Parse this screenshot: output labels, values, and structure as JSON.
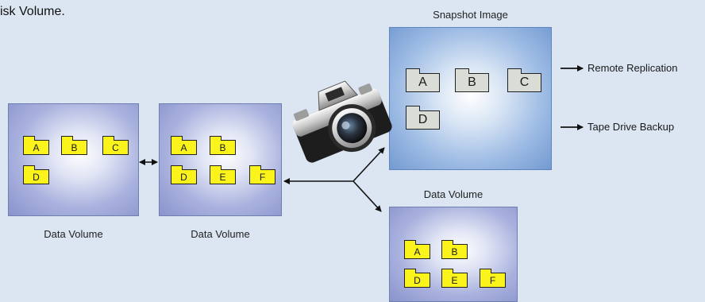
{
  "header": {
    "text": "isk Volume."
  },
  "volumes": {
    "left": {
      "caption": "Data Volume",
      "folders": [
        "A",
        "B",
        "C",
        "D"
      ]
    },
    "middle": {
      "caption": "Data Volume",
      "folders": [
        "A",
        "B",
        "D",
        "E",
        "F"
      ]
    },
    "snapshot": {
      "caption": "Snapshot Image",
      "folders": [
        "A",
        "B",
        "C",
        "D"
      ]
    },
    "lower": {
      "caption": "Data Volume",
      "folders": [
        "A",
        "B",
        "D",
        "E",
        "F"
      ]
    }
  },
  "outputs": {
    "remote": "Remote Replication",
    "tape": "Tape Drive Backup"
  },
  "icons": {
    "camera": "camera-icon"
  },
  "colors": {
    "folder_fill": "#fbf41c",
    "snapshot_folder_fill": "#d9ddd6"
  }
}
